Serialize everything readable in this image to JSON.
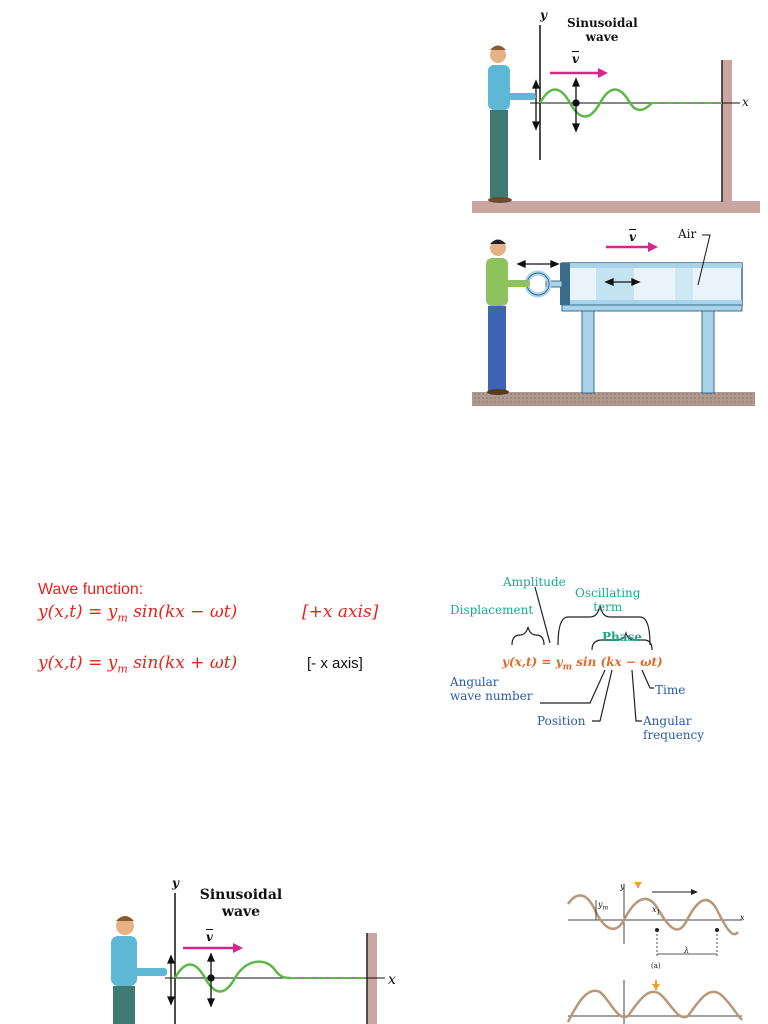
{
  "wave_function": {
    "title": "Wave function:",
    "eq1": "y(x,t) = y",
    "eq1_sub": "m",
    "eq1_rest": " sin(kx − ωt)",
    "eq1_tag": "[+x axis]",
    "eq2": "y(x,t) = y",
    "eq2_sub": "m",
    "eq2_rest": " sin(kx + ωt)",
    "eq2_tag": "[- x axis]"
  },
  "figure_string_top": {
    "title_line1": "Sinusoidal",
    "title_line2": "wave",
    "velocity": "v",
    "axis_y": "y",
    "axis_x": "x"
  },
  "figure_tube": {
    "velocity": "v",
    "air_label": "Air"
  },
  "figure_equation_parts": {
    "amplitude": "Amplitude",
    "oscillating_line1": "Oscillating",
    "oscillating_line2": "term",
    "displacement": "Displacement",
    "phase": "Phase",
    "equation": "y(x,t) = y",
    "equation_sub": "m",
    "equation_rest": " sin (kx − ωt)",
    "angular_wave_line1": "Angular",
    "angular_wave_line2": "wave number",
    "time": "Time",
    "position": "Position",
    "angular_freq_line1": "Angular",
    "angular_freq_line2": "frequency"
  },
  "figure_string_bottom": {
    "title_line1": "Sinusoidal",
    "title_line2": "wave",
    "velocity": "v",
    "axis_y": "y",
    "axis_x": "x"
  },
  "figure_snapshots": {
    "amp_label": "y",
    "amp_sub": "m",
    "x1_label": "x",
    "x1_sub": "1",
    "lambda": "λ",
    "axis_y": "y",
    "axis_x": "x",
    "panel_a": "(a)"
  },
  "colors": {
    "equation_red": "#e8221b",
    "wave_green": "#5cb848",
    "velocity_magenta": "#d6268c",
    "label_cyan": "#1aa88f",
    "label_blue": "#2a5aa8",
    "wall_brown": "#c9a6a0",
    "tube_blue": "#a9d3ea"
  }
}
